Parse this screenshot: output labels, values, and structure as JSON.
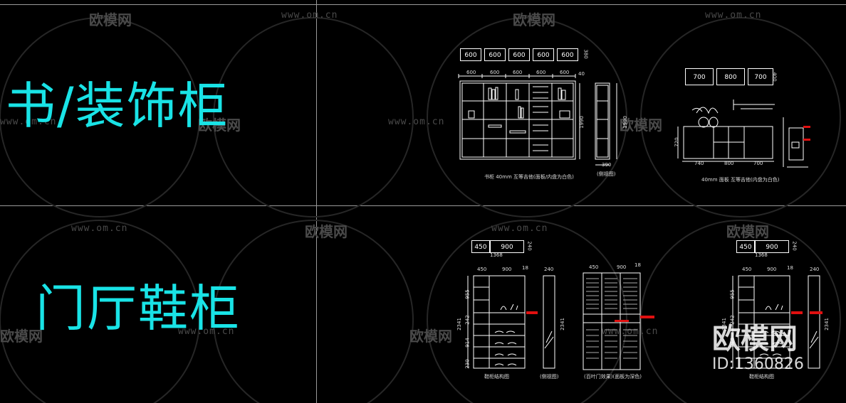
{
  "titles": {
    "top": "书/装饰柜",
    "bottom": "门厅鞋柜"
  },
  "watermark": {
    "brand": "欧模网",
    "url": "www.om.cn"
  },
  "badge": {
    "logo": "欧模网",
    "id": "ID:1360826"
  },
  "bookcase": {
    "top_boxes": [
      "600",
      "600",
      "600",
      "600",
      "600"
    ],
    "top_box_height": "380",
    "widths": [
      "600",
      "600",
      "600",
      "600",
      "600"
    ],
    "depth_note": "40",
    "height": "1990",
    "height_side": "1990",
    "side_width": "390",
    "caption": "书柜 40mm 互等吉他(面板/内盘为白色)",
    "side_caption": "(侧视图)"
  },
  "sideboard": {
    "top_boxes": [
      "700",
      "800",
      "700"
    ],
    "top_box_height": "400",
    "height": "720",
    "widths": [
      "740",
      "800",
      "700"
    ],
    "caption": "40mm 面板 互等吉他(内盘为白色)"
  },
  "shoe1": {
    "top_boxes": [
      "450",
      "900"
    ],
    "top_box_height": "240",
    "total": "1368",
    "widths": [
      "450",
      "900"
    ],
    "right_note": "18",
    "heights": [
      "955",
      "242",
      "914",
      "230"
    ],
    "total_height": "2341",
    "side_width": "240",
    "side_height": "2341",
    "caption": "鞋柜结构图",
    "side_caption": "(侧视图)"
  },
  "shoe2": {
    "widths": [
      "450",
      "900"
    ],
    "right_note": "18",
    "caption": "(百叶门效果)(面板为深色)"
  },
  "shoe3": {
    "top_boxes": [
      "450",
      "900"
    ],
    "top_box_height": "240",
    "total": "1368",
    "widths": [
      "450",
      "900"
    ],
    "right_note": "18",
    "heights": [
      "955",
      "242",
      "914"
    ],
    "total_height": "2341",
    "side_width": "240",
    "side_height": "2341",
    "caption": "鞋柜结构图"
  },
  "colors": {
    "background": "#000000",
    "title": "#19e3e6",
    "watermark": "#4a4a4a",
    "line": "#ffffff",
    "accent": "#e01010"
  }
}
